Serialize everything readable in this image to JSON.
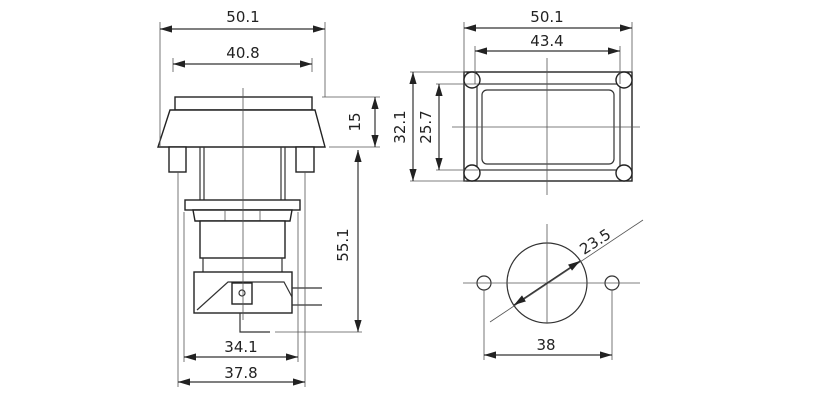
{
  "drawing": {
    "side_view": {
      "overall_width": "50.1",
      "cap_width": "40.8",
      "cap_height": "15",
      "body_height": "55.1",
      "switch_width": "34.1",
      "base_width": "37.8"
    },
    "front_view": {
      "overall_width": "50.1",
      "inner_width": "43.4",
      "overall_height": "32.1",
      "inner_height": "25.7"
    },
    "cutout_view": {
      "hole_diameter": "23.5",
      "pin_spacing": "38"
    }
  }
}
